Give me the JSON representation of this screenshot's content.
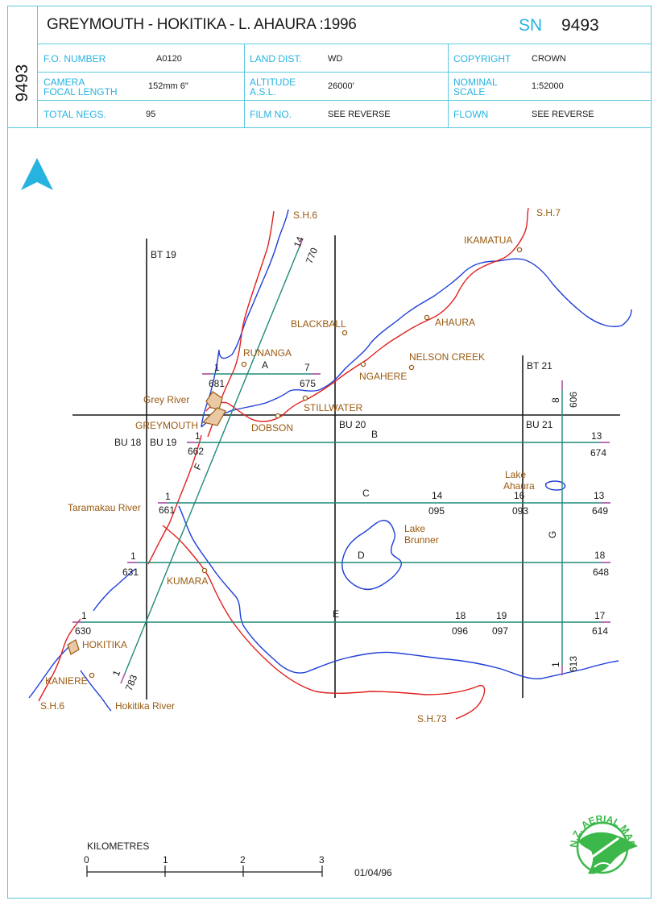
{
  "header": {
    "side_number": "9493",
    "title": "GREYMOUTH - HOKITIKA - L. AHAURA :1996",
    "sn_label": "SN",
    "sn_value": "9493"
  },
  "fields": {
    "fo_number_label": "F.O. NUMBER",
    "fo_number_value": "A0120",
    "land_dist_label": "LAND DIST.",
    "land_dist_value": "WD",
    "copyright_label": "COPYRIGHT",
    "copyright_value": "CROWN",
    "camera_label_1": "CAMERA",
    "camera_label_2": "FOCAL LENGTH",
    "camera_value": "152mm  6\"",
    "altitude_label_1": "ALTITUDE",
    "altitude_label_2": "A.S.L.",
    "altitude_value": "26000'",
    "scale_label_1": "NOMINAL",
    "scale_label_2": "SCALE",
    "scale_value": "1:52000",
    "total_negs_label": "TOTAL NEGS.",
    "total_negs_value": "95",
    "film_no_label": "FILM NO.",
    "film_no_value": "SEE REVERSE",
    "flown_label": "FLOWN",
    "flown_value": "SEE REVERSE"
  },
  "map": {
    "north_label": "N",
    "grid_labels": {
      "bt19": "BT 19",
      "bt21": "BT 21",
      "bu18": "BU 18",
      "bu19": "BU 19",
      "bu20": "BU 20",
      "bu21": "BU 21"
    },
    "places": {
      "sh6_north": "S.H.6",
      "sh7": "S.H.7",
      "sh73": "S.H.73",
      "sh6_south": "S.H.6",
      "ikamatua": "IKAMATUA",
      "ahaura": "AHAURA",
      "blackball": "BLACKBALL",
      "nelson_creek": "NELSON CREEK",
      "ngahere": "NGAHERE",
      "runanga": "RUNANGA",
      "stillwater": "STILLWATER",
      "dobson": "DOBSON",
      "grey_river": "Grey River",
      "greymouth": "GREYMOUTH",
      "taramakau_river": "Taramakau River",
      "kumara": "KUMARA",
      "hokitika": "HOKITIKA",
      "kaniere": "KANIERE",
      "hokitika_river": "Hokitika River",
      "lake_ahaura_1": "Lake",
      "lake_ahaura_2": "Ahaura",
      "lake_brunner_1": "Lake",
      "lake_brunner_2": "Brunner"
    },
    "run_letters": {
      "a": "A",
      "b": "B",
      "c": "C",
      "d": "D",
      "e": "E",
      "f": "F",
      "g": "G"
    },
    "photo_labels": {
      "a_start_n": "1",
      "a_start_p": "681",
      "a_end_n": "7",
      "a_end_p": "675",
      "b_start_n": "1",
      "b_start_p": "662",
      "b_end_n": "13",
      "b_end_p": "674",
      "c_start_n": "1",
      "c_start_p": "661",
      "c_mid1_n": "14",
      "c_mid1_p": "095",
      "c_mid2_n": "16",
      "c_mid2_p": "093",
      "c_end_n": "13",
      "c_end_p": "649",
      "d_start_n": "1",
      "d_start_p": "631",
      "d_end_n": "18",
      "d_end_p": "648",
      "e_start_n": "1",
      "e_start_p": "630",
      "e_mid1_n": "18",
      "e_mid1_p": "096",
      "e_mid2_n": "19",
      "e_mid2_p": "097",
      "e_end_n": "17",
      "e_end_p": "614",
      "f_top_n": "14",
      "f_top_p": "770",
      "f_bot_n": "1",
      "f_bot_p": "783",
      "g_top_n": "8",
      "g_top_p": "606",
      "g_bot_n": "1",
      "g_bot_p": "613"
    },
    "scale_bar": {
      "title": "KILOMETRES",
      "ticks": [
        "0",
        "1",
        "2",
        "3"
      ]
    },
    "date": "01/04/96",
    "colors": {
      "river": "#1f3fd8",
      "road": "#e0201e",
      "flight_line": "#1e8a7a",
      "town": "#9a5a10",
      "accent": "#27b3e0",
      "logo": "#3cb84a"
    }
  },
  "logo": {
    "text": "N.Z. AERIAL MAPPING LTD."
  }
}
